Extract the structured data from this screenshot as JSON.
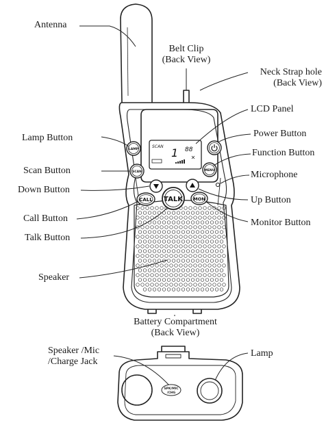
{
  "labels": {
    "antenna": "Antenna",
    "belt_clip": "Belt Clip",
    "belt_clip_sub": "(Back View)",
    "neck_strap": "Neck Strap hole",
    "neck_strap_sub": "(Back View)",
    "lcd_panel": "LCD Panel",
    "lamp_button": "Lamp Button",
    "power_button": "Power Button",
    "function_button": "Function Button",
    "scan_button": "Scan Button",
    "microphone": "Microphone",
    "down_button": "Down Button",
    "up_button": "Up Button",
    "call_button": "Call Button",
    "monitor_button": "Monitor Button",
    "talk_button": "Talk Button",
    "speaker": "Speaker",
    "battery": "Battery Compartment",
    "battery_sub": "(Back View)",
    "speaker_mic": "Speaker /Mic",
    "charge_jack": "/Charge Jack",
    "lamp": "Lamp"
  },
  "device": {
    "lcd_scan": "SCAN",
    "lcd_channel": "1",
    "lcd_code": "88",
    "btn_lamp": "LAMP",
    "btn_scan": "SCAN",
    "btn_menu": "MENU",
    "btn_call": "CALL",
    "btn_talk": "TALK",
    "btn_mon": "MON",
    "jack_line1": "SPK/MIC",
    "jack_line2": "/CHG"
  },
  "icons": {
    "down": "down-arrow-icon",
    "up": "up-arrow-icon",
    "power": "power-icon"
  }
}
